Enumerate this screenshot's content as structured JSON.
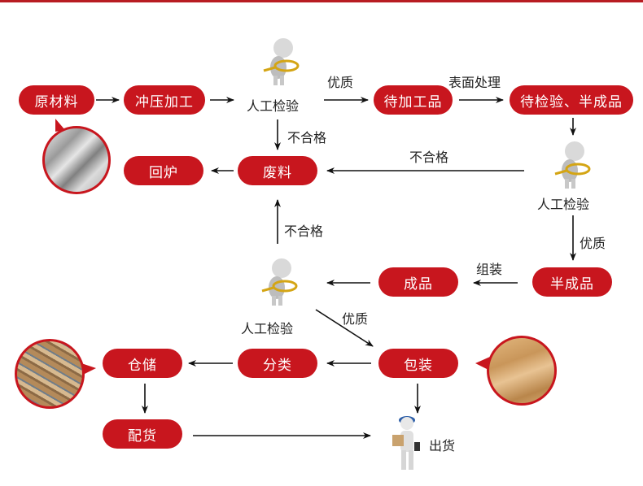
{
  "colors": {
    "accent": "#c8161e",
    "topbar": "#b81c22",
    "text": "#222222"
  },
  "nodes": {
    "raw_material": "原材料",
    "stamping": "冲压加工",
    "to_process": "待加工品",
    "to_inspect_semi": "待检验、半成品",
    "remelt": "回炉",
    "scrap": "废料",
    "semi_finished": "半成品",
    "finished": "成品",
    "storage": "仓储",
    "sorting": "分类",
    "packaging": "包装",
    "distribution": "配货"
  },
  "inspectors": {
    "first": "人工检验",
    "second": "人工检验",
    "third": "人工检验"
  },
  "edge_labels": {
    "quality_1": "优质",
    "surface_treatment": "表面处理",
    "fail_1": "不合格",
    "fail_2": "不合格",
    "fail_3": "不合格",
    "quality_2": "优质",
    "assembly": "组装",
    "quality_3": "优质"
  },
  "shipping": {
    "label": "出货"
  },
  "icons": [
    "inspector-magnifier-icon",
    "steel-bars-photo",
    "warehouse-photo",
    "cardboard-boxes-photo",
    "delivery-man-icon"
  ]
}
